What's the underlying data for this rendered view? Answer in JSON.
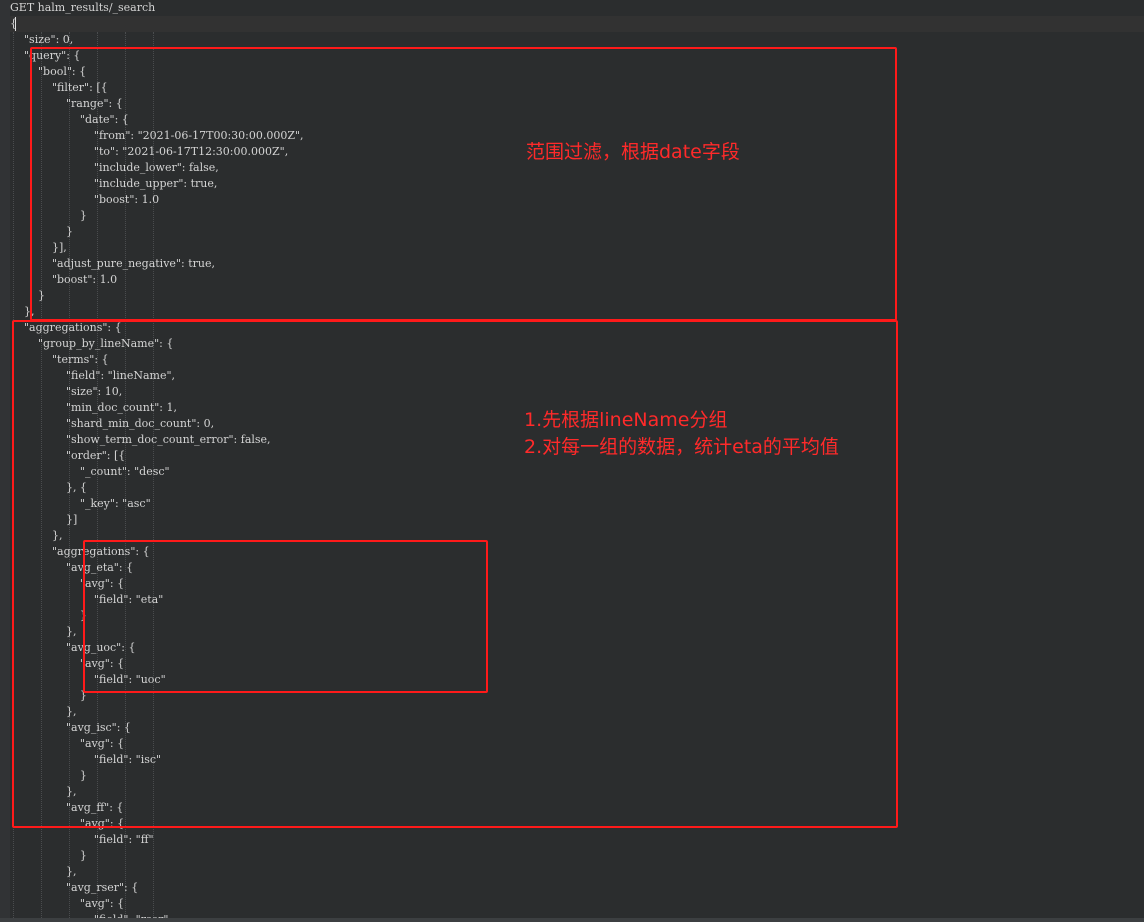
{
  "editor": {
    "lines": [
      "GET halm_results/_search",
      "{",
      "    \"size\": 0,",
      "    \"query\": {",
      "        \"bool\": {",
      "            \"filter\": [{",
      "                \"range\": {",
      "                    \"date\": {",
      "                        \"from\": \"2021-06-17T00:30:00.000Z\",",
      "                        \"to\": \"2021-06-17T12:30:00.000Z\",",
      "                        \"include_lower\": false,",
      "                        \"include_upper\": true,",
      "                        \"boost\": 1.0",
      "                    }",
      "                }",
      "            }],",
      "            \"adjust_pure_negative\": true,",
      "            \"boost\": 1.0",
      "        }",
      "    },",
      "    \"aggregations\": {",
      "        \"group_by_lineName\": {",
      "            \"terms\": {",
      "                \"field\": \"lineName\",",
      "                \"size\": 10,",
      "                \"min_doc_count\": 1,",
      "                \"shard_min_doc_count\": 0,",
      "                \"show_term_doc_count_error\": false,",
      "                \"order\": [{",
      "                    \"_count\": \"desc\"",
      "                }, {",
      "                    \"_key\": \"asc\"",
      "                }]",
      "            },",
      "            \"aggregations\": {",
      "                \"avg_eta\": {",
      "                    \"avg\": {",
      "                        \"field\": \"eta\"",
      "                    }",
      "                },",
      "                \"avg_uoc\": {",
      "                    \"avg\": {",
      "                        \"field\": \"uoc\"",
      "                    }",
      "                },",
      "                \"avg_isc\": {",
      "                    \"avg\": {",
      "                        \"field\": \"isc\"",
      "                    }",
      "                },",
      "                \"avg_ff\": {",
      "                    \"avg\": {",
      "                        \"field\": \"ff\"",
      "                    }",
      "                },",
      "                \"avg_rser\": {",
      "                    \"avg\": {",
      "                        \"field\": \"rser\""
    ]
  },
  "annotations": {
    "query_note": "范围过滤，根据date字段",
    "aggs_note_1": "1.先根据lineName分组",
    "aggs_note_2": "2.对每一组的数据，统计eta的平均值"
  },
  "colors": {
    "background": "#2b2d2e",
    "code_text": "#d4d4d4",
    "annotation_red": "#ff1a1a"
  }
}
